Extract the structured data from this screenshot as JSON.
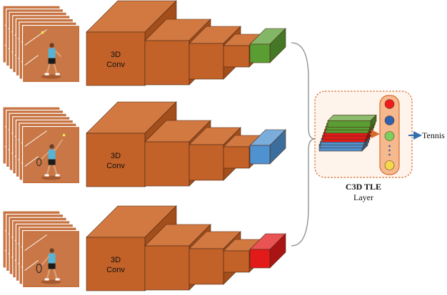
{
  "colors": {
    "cube_front": "#c26128",
    "cube_top": "#d27841",
    "cube_side": "#a34e1b",
    "cube_edge": "#4a2a14",
    "clay": "#c56e3c",
    "clay_light": "#d99464",
    "bracket": "#8a8a8a",
    "tle_border": "#d66b2e",
    "tle_fill": "#fff4ec",
    "neuron_col_fill": "#f6b98e",
    "neuron_col_border": "#d66b2e",
    "arrow_orange": "#d66b2e",
    "arrow_blue": "#2f6fb0",
    "green": "#5a9e33",
    "blue": "#4f92d0",
    "red": "#e31a1a",
    "dot_blue": "#2b5aa5",
    "neuron_red": "#ee1c1c",
    "neuron_blue": "#2e62b0",
    "neuron_green": "#7ccf5e",
    "neuron_yellow": "#f4d84c"
  },
  "streams": [
    {
      "conv_label_line1": "3D",
      "conv_label_line2": "Conv",
      "output_color": "green",
      "frame": "tennis-player-ready-frame"
    },
    {
      "conv_label_line1": "3D",
      "conv_label_line2": "Conv",
      "output_color": "blue",
      "frame": "tennis-player-serve-frame"
    },
    {
      "conv_label_line1": "3D",
      "conv_label_line2": "Conv",
      "output_color": "red",
      "frame": "tennis-player-swing-frame"
    }
  ],
  "tle": {
    "title": "C3D TLE",
    "subtitle": "Layer",
    "neurons": [
      "red",
      "blue",
      "green",
      "dots",
      "yellow"
    ]
  },
  "output_label": "Tennis"
}
